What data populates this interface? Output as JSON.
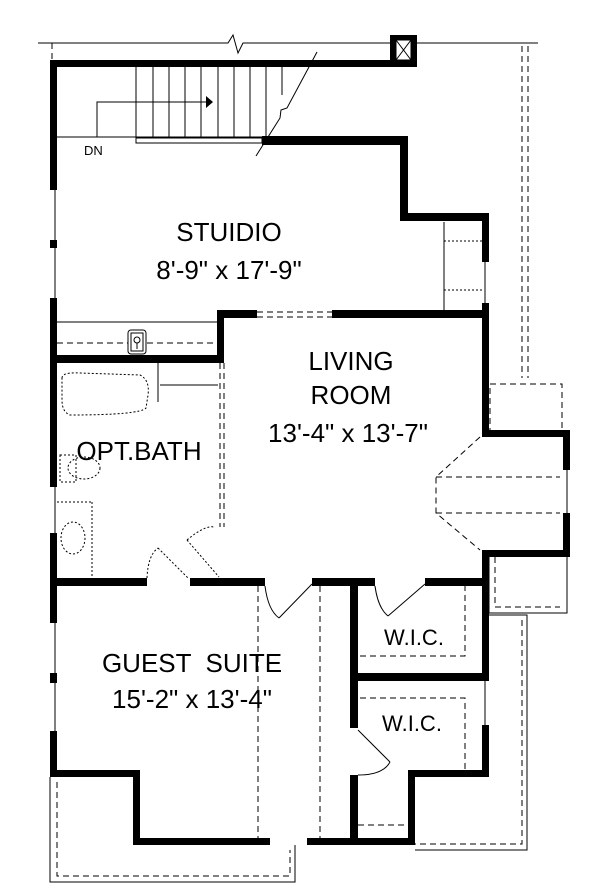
{
  "plan": {
    "stairs": {
      "label": "DN"
    },
    "rooms": [
      {
        "name": "STUIDIO",
        "dimensions": "8'-9\" x 17'-9\""
      },
      {
        "name_line1": "LIVING",
        "name_line2": "ROOM",
        "dimensions": "13'-4\" x 13'-7\""
      },
      {
        "name": "OPT.BATH"
      },
      {
        "name": "GUEST  SUITE",
        "dimensions": "15'-2\" x 13'-4\""
      },
      {
        "name": "W.I.C."
      },
      {
        "name": "W.I.C."
      }
    ],
    "colors": {
      "line": "#000000",
      "background": "#ffffff"
    }
  }
}
